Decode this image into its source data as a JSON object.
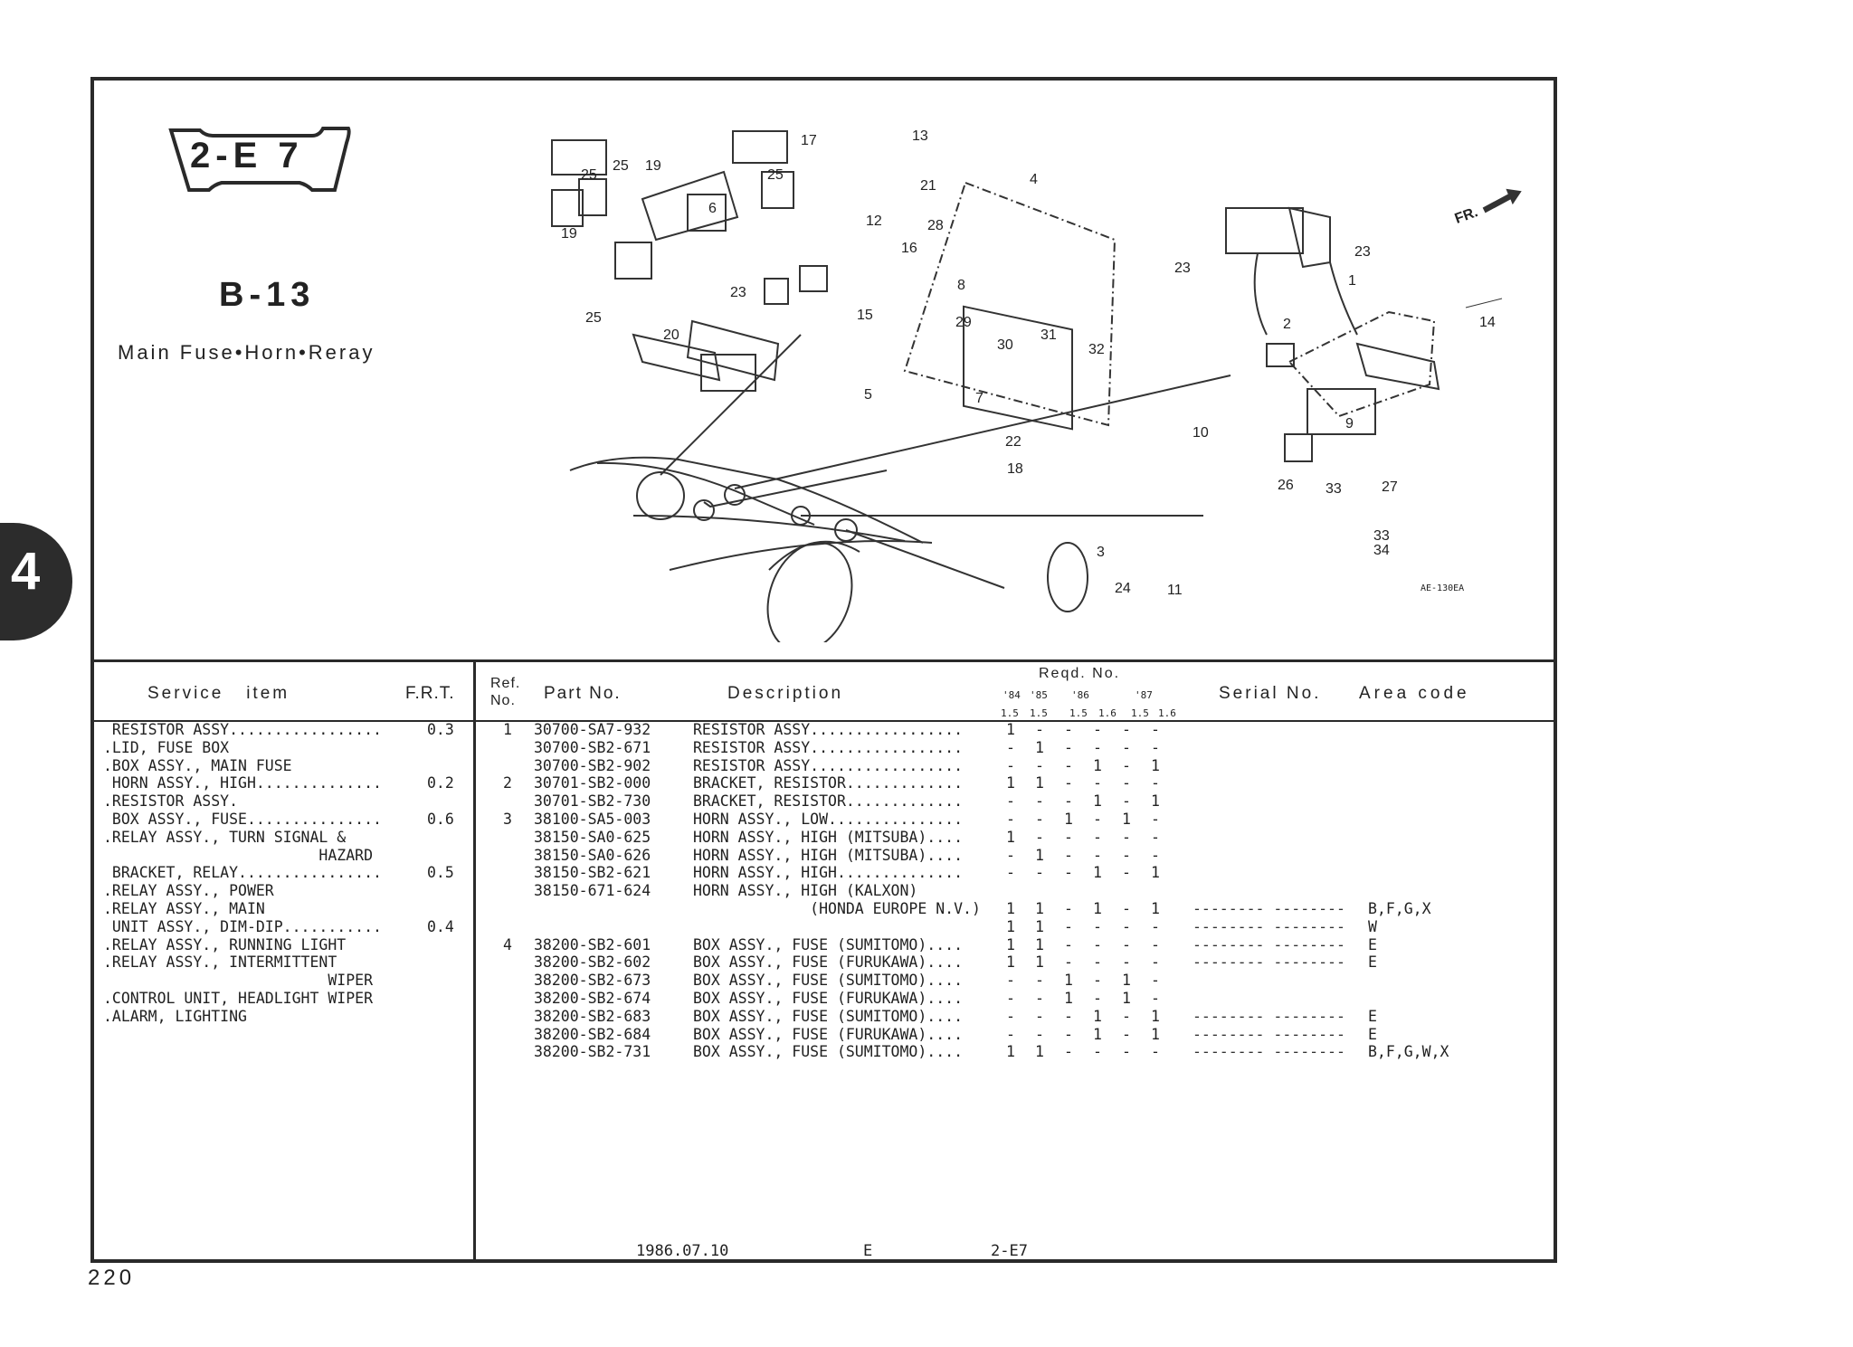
{
  "page": {
    "chapter_tab": "4",
    "page_number": "220",
    "badge": "2-E 7",
    "section_code": "B-13",
    "section_title": "Main Fuse•Horn•Reray"
  },
  "diagram": {
    "front_marker": "FR.",
    "figure_code": "AE-130EA",
    "callouts": [
      "1",
      "2",
      "3",
      "4",
      "5",
      "6",
      "7",
      "8",
      "9",
      "10",
      "11",
      "12",
      "13",
      "14",
      "15",
      "16",
      "17",
      "18",
      "19",
      "19",
      "20",
      "21",
      "22",
      "23",
      "23",
      "23",
      "24",
      "25",
      "25",
      "25",
      "25",
      "26",
      "27",
      "28",
      "29",
      "30",
      "31",
      "32",
      "33",
      "33",
      "34"
    ]
  },
  "service_table": {
    "header_item": "Service   item",
    "header_frt": "F.R.T.",
    "rows": [
      {
        "item": " RESISTOR ASSY.................",
        "frt": "0.3"
      },
      {
        "item": ".LID, FUSE BOX",
        "frt": ""
      },
      {
        "item": ".BOX ASSY., MAIN FUSE",
        "frt": ""
      },
      {
        "item": " HORN ASSY., HIGH..............",
        "frt": "0.2"
      },
      {
        "item": ".RESISTOR ASSY.",
        "frt": ""
      },
      {
        "item": " BOX ASSY., FUSE...............",
        "frt": "0.6"
      },
      {
        "item": ".RELAY ASSY., TURN SIGNAL &",
        "frt": ""
      },
      {
        "item": "                        HAZARD",
        "frt": ""
      },
      {
        "item": " BRACKET, RELAY................",
        "frt": "0.5"
      },
      {
        "item": ".RELAY ASSY., POWER",
        "frt": ""
      },
      {
        "item": ".RELAY ASSY., MAIN",
        "frt": ""
      },
      {
        "item": " UNIT ASSY., DIM-DIP...........",
        "frt": "0.4"
      },
      {
        "item": ".RELAY ASSY., RUNNING LIGHT",
        "frt": ""
      },
      {
        "item": ".RELAY ASSY., INTERMITTENT",
        "frt": ""
      },
      {
        "item": "                         WIPER",
        "frt": ""
      },
      {
        "item": ".CONTROL UNIT, HEADLIGHT WIPER",
        "frt": ""
      },
      {
        "item": ".ALARM, LIGHTING",
        "frt": ""
      }
    ]
  },
  "parts_table": {
    "header_ref_1": "Ref.",
    "header_ref_2": "No.",
    "header_part": "Part No.",
    "header_desc": "Description",
    "header_reqd": "Reqd. No.",
    "header_years": [
      "'84",
      "'85",
      "'86",
      "'87"
    ],
    "header_engines": [
      "1.5",
      "1.5",
      "1.5",
      "1.6",
      "1.5",
      "1.6"
    ],
    "header_serial": "Serial No.",
    "header_area": "Area code",
    "rows": [
      {
        "ref": "1",
        "part": "30700-SA7-932",
        "desc": "RESISTOR ASSY.................",
        "qty": [
          "1",
          "-",
          "-",
          "-",
          "-",
          "-"
        ],
        "serial": "",
        "area": ""
      },
      {
        "ref": "",
        "part": "30700-SB2-671",
        "desc": "RESISTOR ASSY.................",
        "qty": [
          "-",
          "1",
          "-",
          "-",
          "-",
          "-"
        ],
        "serial": "",
        "area": ""
      },
      {
        "ref": "",
        "part": "30700-SB2-902",
        "desc": "RESISTOR ASSY.................",
        "qty": [
          "-",
          "-",
          "-",
          "1",
          "-",
          "1"
        ],
        "serial": "",
        "area": ""
      },
      {
        "ref": "2",
        "part": "30701-SB2-000",
        "desc": "BRACKET, RESISTOR.............",
        "qty": [
          "1",
          "1",
          "-",
          "-",
          "-",
          "-"
        ],
        "serial": "",
        "area": ""
      },
      {
        "ref": "",
        "part": "30701-SB2-730",
        "desc": "BRACKET, RESISTOR.............",
        "qty": [
          "-",
          "-",
          "-",
          "1",
          "-",
          "1"
        ],
        "serial": "",
        "area": ""
      },
      {
        "ref": "3",
        "part": "38100-SA5-003",
        "desc": "HORN ASSY., LOW...............",
        "qty": [
          "-",
          "-",
          "1",
          "-",
          "1",
          "-"
        ],
        "serial": "",
        "area": ""
      },
      {
        "ref": "",
        "part": "38150-SA0-625",
        "desc": "HORN ASSY., HIGH (MITSUBA)....",
        "qty": [
          "1",
          "-",
          "-",
          "-",
          "-",
          "-"
        ],
        "serial": "",
        "area": ""
      },
      {
        "ref": "",
        "part": "38150-SA0-626",
        "desc": "HORN ASSY., HIGH (MITSUBA)....",
        "qty": [
          "-",
          "1",
          "-",
          "-",
          "-",
          "-"
        ],
        "serial": "",
        "area": ""
      },
      {
        "ref": "",
        "part": "38150-SB2-621",
        "desc": "HORN ASSY., HIGH..............",
        "qty": [
          "-",
          "-",
          "-",
          "1",
          "-",
          "1"
        ],
        "serial": "",
        "area": ""
      },
      {
        "ref": "",
        "part": "38150-671-624",
        "desc": "HORN ASSY., HIGH (KALXON)",
        "qty": [
          "",
          "",
          "",
          "",
          "",
          ""
        ],
        "serial": "",
        "area": ""
      },
      {
        "ref": "",
        "part": "",
        "desc": "             (HONDA EUROPE N.V.)",
        "qty": [
          "1",
          "1",
          "-",
          "1",
          "-",
          "1"
        ],
        "serial": "-------- --------",
        "area": "B,F,G,X"
      },
      {
        "ref": "",
        "part": "",
        "desc": "",
        "qty": [
          "1",
          "1",
          "-",
          "-",
          "-",
          "-"
        ],
        "serial": "-------- --------",
        "area": "W"
      },
      {
        "ref": "4",
        "part": "38200-SB2-601",
        "desc": "BOX ASSY., FUSE (SUMITOMO)....",
        "qty": [
          "1",
          "1",
          "-",
          "-",
          "-",
          "-"
        ],
        "serial": "-------- --------",
        "area": "E"
      },
      {
        "ref": "",
        "part": "38200-SB2-602",
        "desc": "BOX ASSY., FUSE (FURUKAWA)....",
        "qty": [
          "1",
          "1",
          "-",
          "-",
          "-",
          "-"
        ],
        "serial": "-------- --------",
        "area": "E"
      },
      {
        "ref": "",
        "part": "38200-SB2-673",
        "desc": "BOX ASSY., FUSE (SUMITOMO)....",
        "qty": [
          "-",
          "-",
          "1",
          "-",
          "1",
          "-"
        ],
        "serial": "",
        "area": ""
      },
      {
        "ref": "",
        "part": "38200-SB2-674",
        "desc": "BOX ASSY., FUSE (FURUKAWA)....",
        "qty": [
          "-",
          "-",
          "1",
          "-",
          "1",
          "-"
        ],
        "serial": "",
        "area": ""
      },
      {
        "ref": "",
        "part": "38200-SB2-683",
        "desc": "BOX ASSY., FUSE (SUMITOMO)....",
        "qty": [
          "-",
          "-",
          "-",
          "1",
          "-",
          "1"
        ],
        "serial": "-------- --------",
        "area": "E"
      },
      {
        "ref": "",
        "part": "38200-SB2-684",
        "desc": "BOX ASSY., FUSE (FURUKAWA)....",
        "qty": [
          "-",
          "-",
          "-",
          "1",
          "-",
          "1"
        ],
        "serial": "-------- --------",
        "area": "E"
      },
      {
        "ref": "",
        "part": "38200-SB2-731",
        "desc": "BOX ASSY., FUSE (SUMITOMO)....",
        "qty": [
          "1",
          "1",
          "-",
          "-",
          "-",
          "-"
        ],
        "serial": "-------- --------",
        "area": "B,F,G,W,X"
      }
    ]
  },
  "footer": {
    "date": "1986.07.10",
    "edition": "E",
    "code": "2-E7"
  }
}
